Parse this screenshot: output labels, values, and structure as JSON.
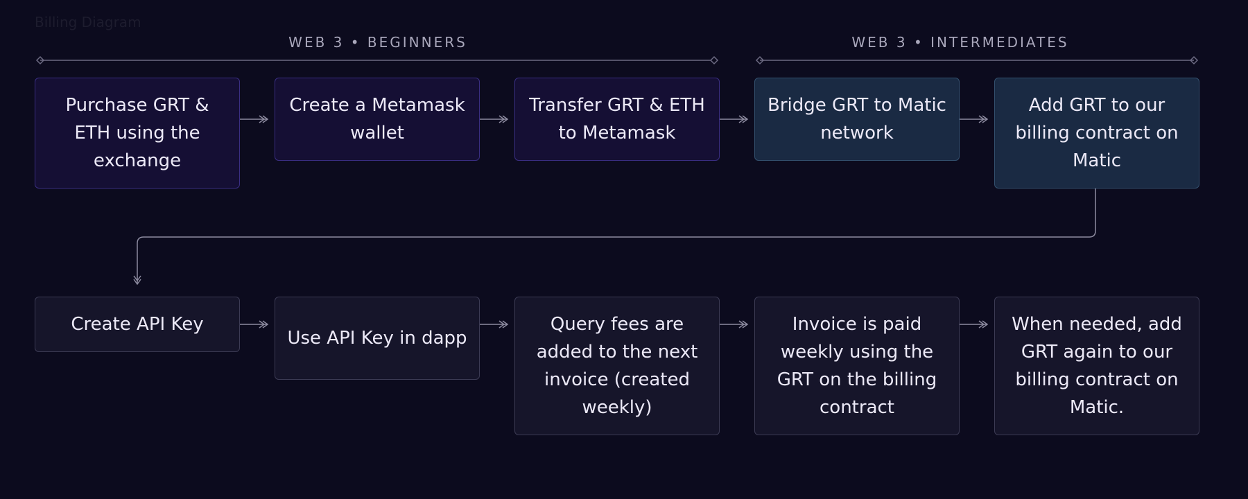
{
  "title": "Billing Diagram",
  "sections": {
    "beginners": "WEB 3 • BEGINNERS",
    "intermediates": "WEB 3 • INTERMEDIATES"
  },
  "steps": [
    "Purchase GRT & ETH using the exchange",
    "Create a Metamask wallet",
    "Transfer GRT & ETH to Metamask",
    "Bridge GRT to Matic network",
    "Add GRT to our billing contract on Matic",
    "Create API Key",
    "Use API Key in dapp",
    "Query fees are added to the next invoice (created weekly)",
    "Invoice is paid weekly using the GRT on the billing contract",
    "When needed, add GRT again to our billing contract on Matic."
  ],
  "colors": {
    "background": "#0c0b1e",
    "beginner_box": "#150f34",
    "intermediate_box": "#1a2a43",
    "usage_box": "#16152a",
    "connector": "#8d8ba0"
  }
}
